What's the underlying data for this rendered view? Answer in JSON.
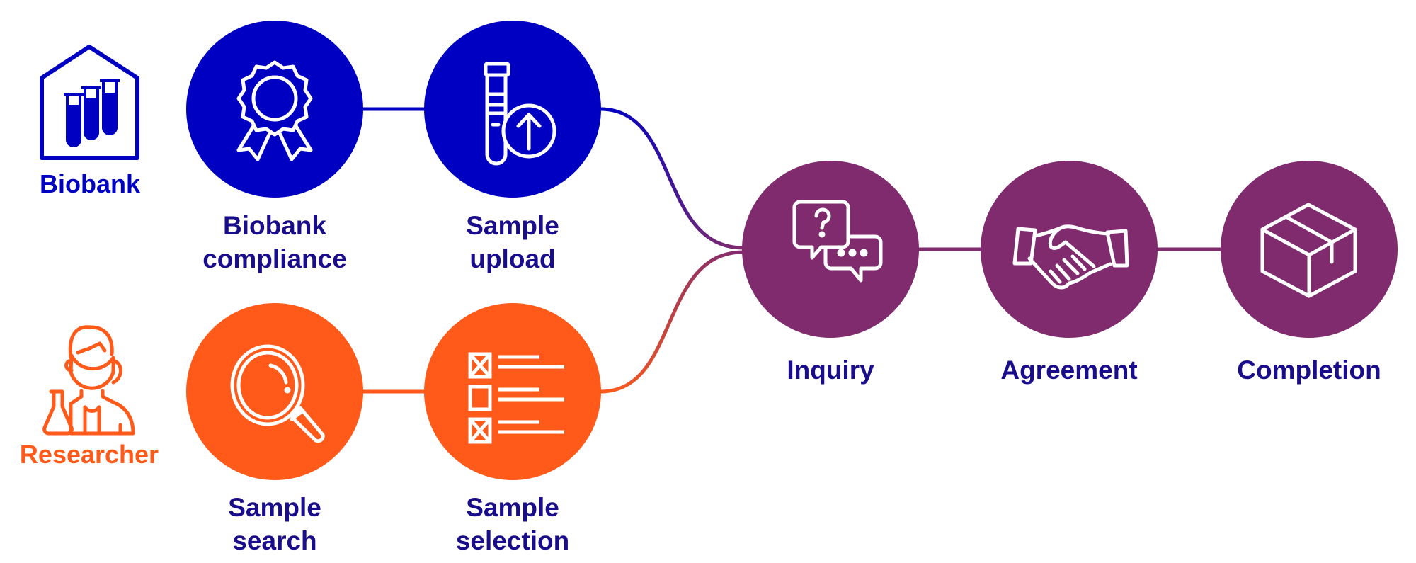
{
  "colors": {
    "biobank": "#0000c2",
    "researcher": "#ff5a1a",
    "shared": "#7f2b6e",
    "label_text": "#1a0d8c",
    "icon_stroke": "#ffffff"
  },
  "actors": {
    "biobank": {
      "label": "Biobank",
      "icon": "biobank-house-test-tubes-icon"
    },
    "researcher": {
      "label": "Researcher",
      "icon": "researcher-scientist-flask-icon"
    }
  },
  "steps": {
    "biobank_compliance": {
      "label_line1": "Biobank",
      "label_line2": "compliance",
      "icon": "award-ribbon-icon",
      "lane": "biobank"
    },
    "sample_upload": {
      "label_line1": "Sample",
      "label_line2": "upload",
      "icon": "test-tube-upload-icon",
      "lane": "biobank"
    },
    "sample_search": {
      "label_line1": "Sample",
      "label_line2": "search",
      "icon": "magnifying-glass-icon",
      "lane": "researcher"
    },
    "sample_selection": {
      "label_line1": "Sample",
      "label_line2": "selection",
      "icon": "checklist-icon",
      "lane": "researcher"
    },
    "inquiry": {
      "label": "Inquiry",
      "icon": "chat-bubbles-question-icon",
      "lane": "shared"
    },
    "agreement": {
      "label": "Agreement",
      "icon": "handshake-icon",
      "lane": "shared"
    },
    "completion": {
      "label": "Completion",
      "icon": "package-box-icon",
      "lane": "shared"
    }
  },
  "flow": [
    [
      "biobank_compliance",
      "sample_upload"
    ],
    [
      "sample_upload",
      "inquiry"
    ],
    [
      "sample_search",
      "sample_selection"
    ],
    [
      "sample_selection",
      "inquiry"
    ],
    [
      "inquiry",
      "agreement"
    ],
    [
      "agreement",
      "completion"
    ]
  ]
}
